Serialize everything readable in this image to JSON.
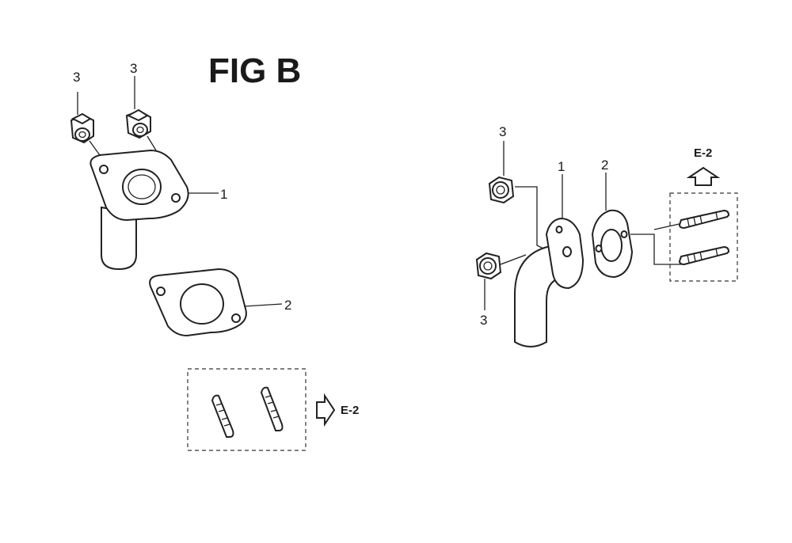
{
  "figure": {
    "title": "FIG B"
  },
  "left_view": {
    "callouts": {
      "bolt_a": "3",
      "bolt_b": "3",
      "elbow": "1",
      "gasket": "2"
    },
    "stud_group_ref": "E-2"
  },
  "right_view": {
    "callouts": {
      "bolt_top": "3",
      "bolt_bottom": "3",
      "elbow": "1",
      "gasket": "2"
    },
    "stud_group_ref": "E-2"
  }
}
